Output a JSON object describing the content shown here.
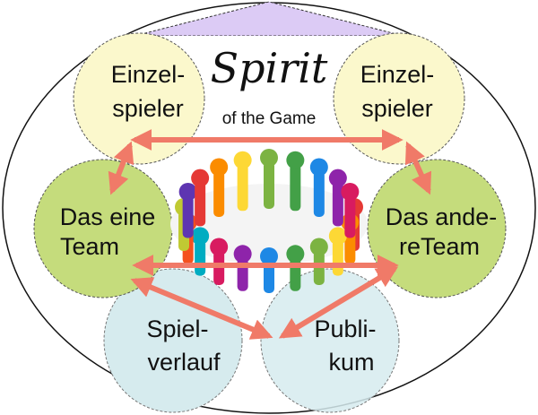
{
  "title": {
    "main": "Spirit",
    "sub": "of the Game"
  },
  "nodes": {
    "player_left": {
      "line1": "Einzel-",
      "line2": "spieler"
    },
    "player_right": {
      "line1": "Einzel-",
      "line2": "spieler"
    },
    "team_left": {
      "line1": "Das eine",
      "line2": "Team"
    },
    "team_right": {
      "line1": "Das ande-",
      "line2": "reTeam"
    },
    "game": {
      "line1": "Spiel-",
      "line2": "verlauf"
    },
    "audience": {
      "line1": "Publi-",
      "line2": "kum"
    }
  },
  "colors": {
    "player": "#fbf8cc",
    "team": "#c5dc7c",
    "bottom": "#d6ebee",
    "roof": "#dccbf5",
    "arrow": "#f07a68"
  }
}
